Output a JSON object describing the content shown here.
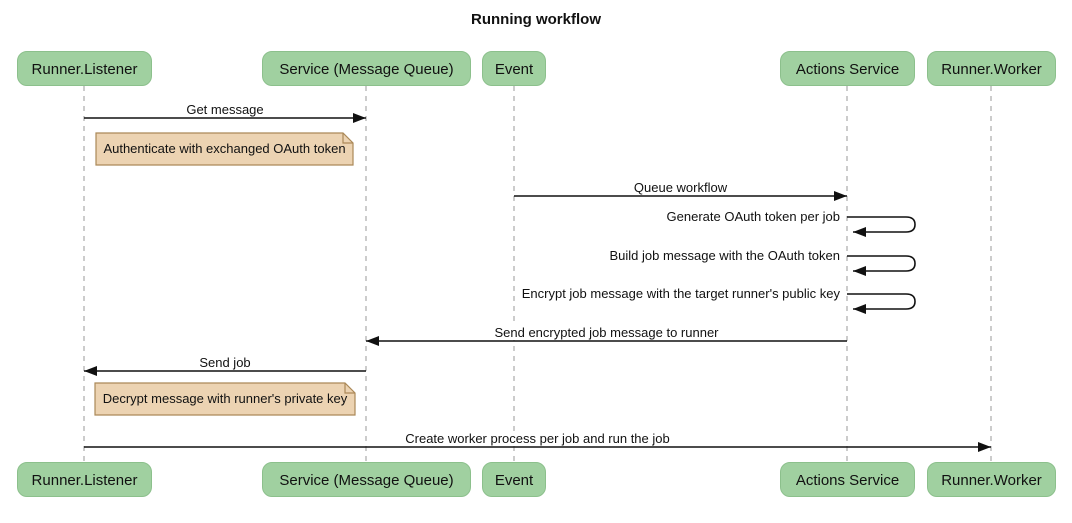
{
  "title": "Running workflow",
  "participants": [
    {
      "label": "Runner.Listener"
    },
    {
      "label": "Service (Message Queue)"
    },
    {
      "label": "Event"
    },
    {
      "label": "Actions Service"
    },
    {
      "label": "Runner.Worker"
    }
  ],
  "messages": [
    {
      "label": "Get message",
      "from": "Runner.Listener",
      "to": "Service (Message Queue)",
      "type": "solid_arrow"
    },
    {
      "label": "Queue workflow",
      "from": "Event",
      "to": "Actions Service",
      "type": "solid_arrow"
    },
    {
      "label": "Generate OAuth token per job",
      "from": "Actions Service",
      "to": "Actions Service",
      "type": "self"
    },
    {
      "label": "Build job message with the OAuth token",
      "from": "Actions Service",
      "to": "Actions Service",
      "type": "self"
    },
    {
      "label": "Encrypt job message with the target runner's public key",
      "from": "Actions Service",
      "to": "Actions Service",
      "type": "self"
    },
    {
      "label": "Send encrypted job message to runner",
      "from": "Actions Service",
      "to": "Service (Message Queue)",
      "type": "solid_arrow"
    },
    {
      "label": "Send job",
      "from": "Service (Message Queue)",
      "to": "Runner.Listener",
      "type": "solid_arrow"
    },
    {
      "label": "Create worker process per job and run the job",
      "from": "Runner.Listener",
      "to": "Runner.Worker",
      "type": "solid_arrow"
    }
  ],
  "notes": [
    {
      "text": "Authenticate with exchanged OAuth token",
      "over": "Runner.Listener"
    },
    {
      "text": "Decrypt message with runner's private key",
      "over": "Runner.Listener"
    }
  ],
  "colors": {
    "participant_fill": "#a0d0a0",
    "participant_border": "#8cc08c",
    "note_fill": "#ecd3b2",
    "note_border": "#ab8958",
    "lifeline": "#999999",
    "arrow": "#111111",
    "background": "#ffffff",
    "text": "#111111"
  }
}
